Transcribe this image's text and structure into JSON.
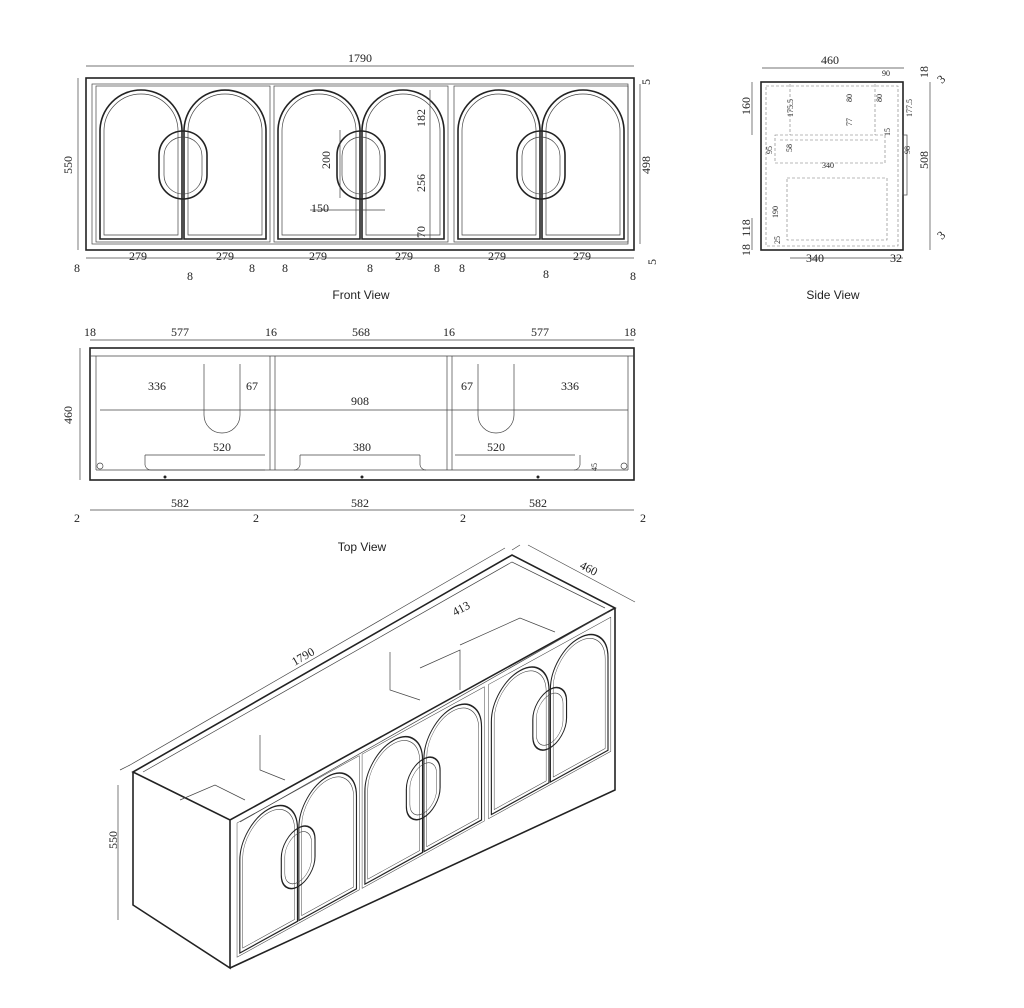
{
  "views": {
    "front": {
      "caption": "Front View",
      "labels": [
        "1790",
        "550",
        "5",
        "498",
        "182",
        "200",
        "256",
        "150",
        "70",
        "279",
        "279",
        "279",
        "279",
        "279",
        "279",
        "8",
        "8",
        "8",
        "8",
        "8",
        "8",
        "8",
        "8",
        "8",
        "5"
      ]
    },
    "side": {
      "caption": "Side View",
      "labels": [
        "460",
        "90",
        "18",
        "3",
        "160",
        "175.5",
        "80",
        "80",
        "77",
        "177.5",
        "15",
        "95",
        "58",
        "340",
        "98",
        "508",
        "190",
        "118",
        "18",
        "25",
        "3",
        "340",
        "32"
      ]
    },
    "top": {
      "caption": "Top View",
      "labels": [
        "18",
        "577",
        "16",
        "568",
        "16",
        "577",
        "18",
        "460",
        "336",
        "67",
        "908",
        "67",
        "336",
        "520",
        "380",
        "520",
        "45",
        "582",
        "582",
        "582",
        "2",
        "2",
        "2",
        "2"
      ]
    },
    "iso": {
      "labels": [
        "1790",
        "460",
        "413",
        "550"
      ]
    }
  },
  "colors": {
    "line": "#222222",
    "background": "#ffffff"
  }
}
